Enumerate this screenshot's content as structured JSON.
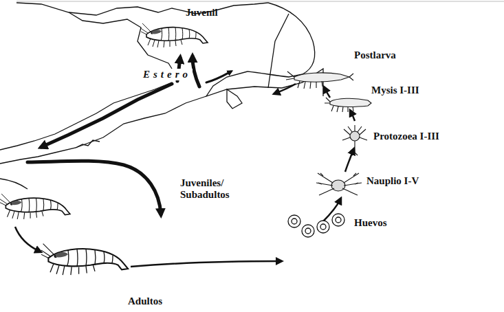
{
  "diagram": {
    "labels": [
      "Juvenil",
      "Estero",
      "Postlarva",
      "Mysis I-III",
      "Protozoea I-III",
      "Nauplio I-V",
      "Huevos",
      "Juveniles/ Subadultos",
      "Adultos"
    ]
  }
}
